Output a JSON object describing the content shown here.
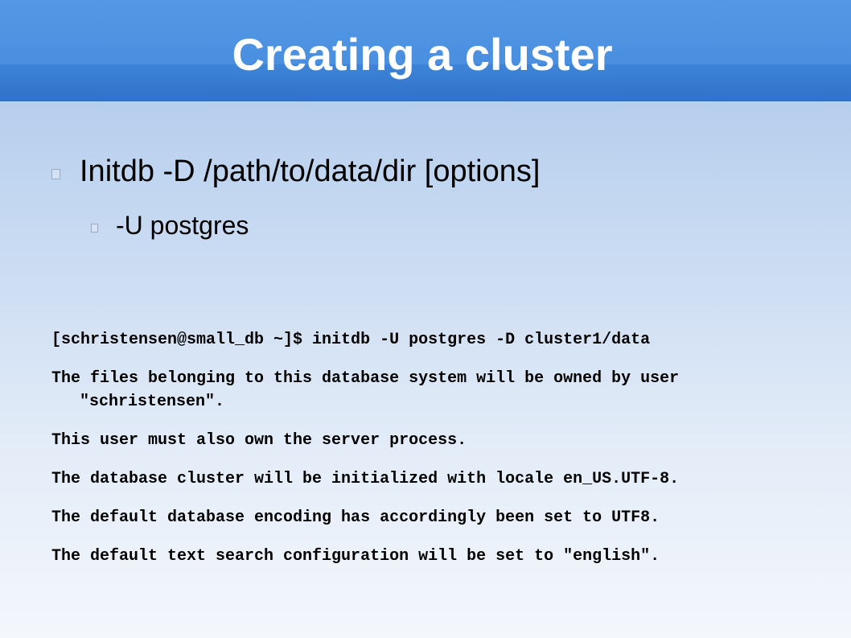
{
  "slide": {
    "title": "Creating a cluster",
    "bullets": [
      {
        "level": 1,
        "text": "Initdb -D /path/to/data/dir [options]"
      },
      {
        "level": 2,
        "text": "-U postgres"
      }
    ],
    "terminal_lines": [
      "[schristensen@small_db ~]$ initdb -U postgres -D cluster1/data",
      "The files belonging to this database system will be owned by user \"schristensen\".",
      "This user must also own the server process.",
      "The database cluster will be initialized with locale en_US.UTF-8.",
      "The default database encoding has accordingly been set to UTF8.",
      "The default text search configuration will be set to \"english\"."
    ]
  },
  "colors": {
    "title_bar": "#3f86da",
    "title_text": "#ffffff",
    "background_top": "#a9c6ea",
    "background_bottom": "#f4f7fc"
  }
}
